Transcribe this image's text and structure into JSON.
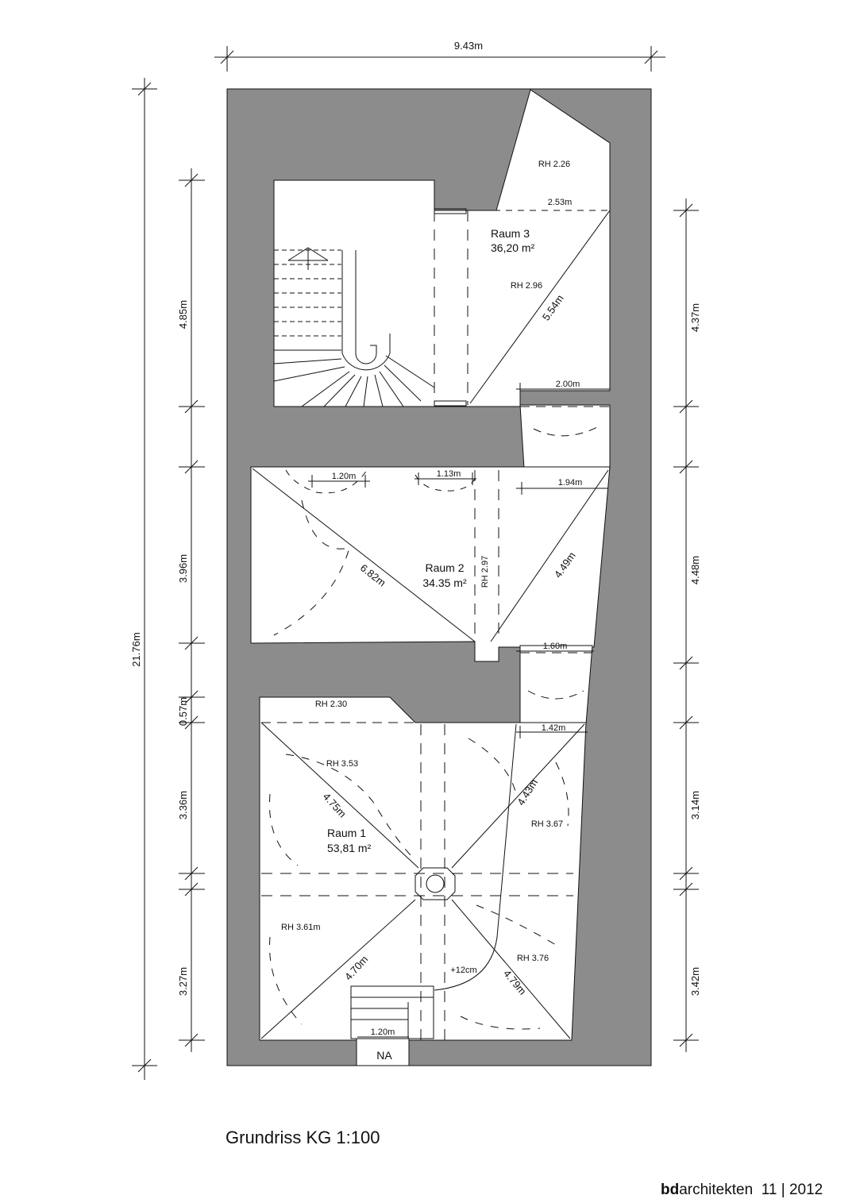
{
  "title": "Grundriss KG 1:100",
  "footer": {
    "brand_bold": "bd",
    "brand_rest": "architekten",
    "date": "11 | 2012"
  },
  "colors": {
    "wall": "#8c8c8c",
    "line": "#111111",
    "room": "#ffffff"
  },
  "dimensions": {
    "overall_width": "9.43m",
    "overall_height": "21.76m",
    "left": [
      "4.85m",
      "3.96m",
      "0.57m",
      "3.36m",
      "3.27m"
    ],
    "right": [
      "4.37m",
      "4.48m",
      "3.14m",
      "3.42m"
    ]
  },
  "rooms": {
    "raum3": {
      "name": "Raum 3",
      "area": "36,20 m²",
      "rh_top": "RH 2.26",
      "rh": "RH 2.96",
      "d_width": "2.53m",
      "diag": "5.54m",
      "passage": "2.00m"
    },
    "raum2": {
      "name": "Raum 2",
      "area": "34.35 m²",
      "rh": "RH 2.97",
      "vault1": "1.20m",
      "vault2": "1.13m",
      "d_right": "1.94m",
      "diag1": "6.82m",
      "diag2": "4.49m",
      "passage": "1.60m"
    },
    "raum1": {
      "name": "Raum 1",
      "area": "53,81 m²",
      "rh_top": "RH 2.30",
      "rh_nw": "RH 3.53",
      "rh_ne": "RH 3.67",
      "rh_sw": "RH 3.61m",
      "rh_se": "RH 3.76",
      "d_top": "1.42m",
      "diag_nw": "4.75m",
      "diag_ne": "4.43m",
      "diag_sw": "4.70m",
      "diag_se": "4.79m",
      "level": "+12cm",
      "stair_width": "1.20m",
      "entry": "NA"
    }
  }
}
